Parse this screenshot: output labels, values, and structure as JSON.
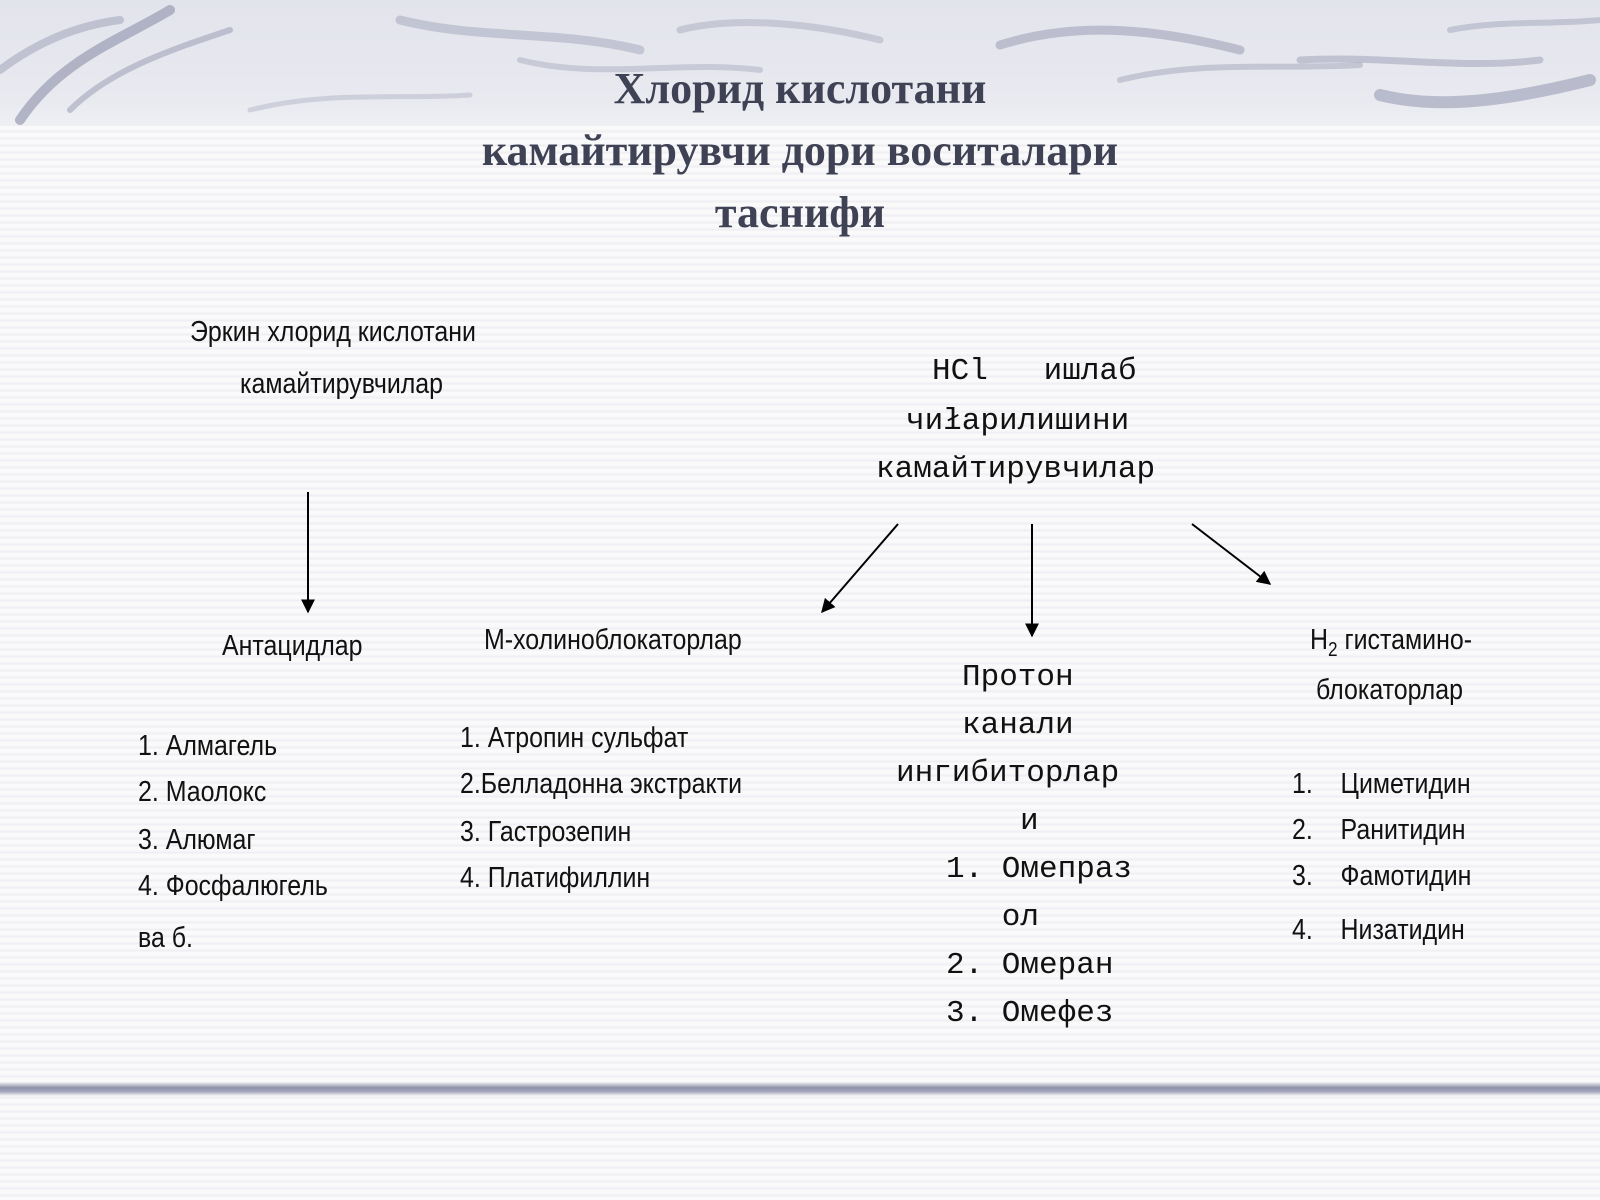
{
  "title": {
    "line1": "Хлорид кислотани",
    "line2": "камайтирувчи дори воситалари",
    "line3": "таснифи"
  },
  "left_group": {
    "heading_line1": "Эркин хлорид кислотани",
    "heading_line2": "камайтирувчилар",
    "child": {
      "label": "Антацидлар",
      "items": [
        "1. Алмагель",
        "2. Маолокс",
        "3. Алюмаг",
        "4. Фосфалюгель",
        "ва б."
      ]
    }
  },
  "right_group": {
    "heading_line1": "HCl   ишлаб",
    "heading_line2": "чиłарилишини",
    "heading_line3": "камайтирувчилар",
    "children": [
      {
        "label": "М-холиноблокаторлар",
        "items": [
          "1. Атропин сульфат",
          "2.Белладонна экстракти",
          "3. Гастрозепин",
          "4. Платифиллин"
        ]
      },
      {
        "label_line1": "Протон",
        "label_line2": "канали",
        "label_line3": "ингибиторлар",
        "label_line4": "и",
        "items_line1": "1. Омепраз",
        "items_line2": "   ол",
        "items_line3": "2. Омеран",
        "items_line4": "3. Омефез"
      },
      {
        "label_prefix": "H",
        "label_sub": "2",
        "label_rest": " гистамино-",
        "label_line2": "блокаторлар",
        "items": [
          "1.    Циметидин",
          "2.    Ранитидин",
          "3.    Фамотидин",
          "4.    Низатидин"
        ]
      }
    ]
  }
}
